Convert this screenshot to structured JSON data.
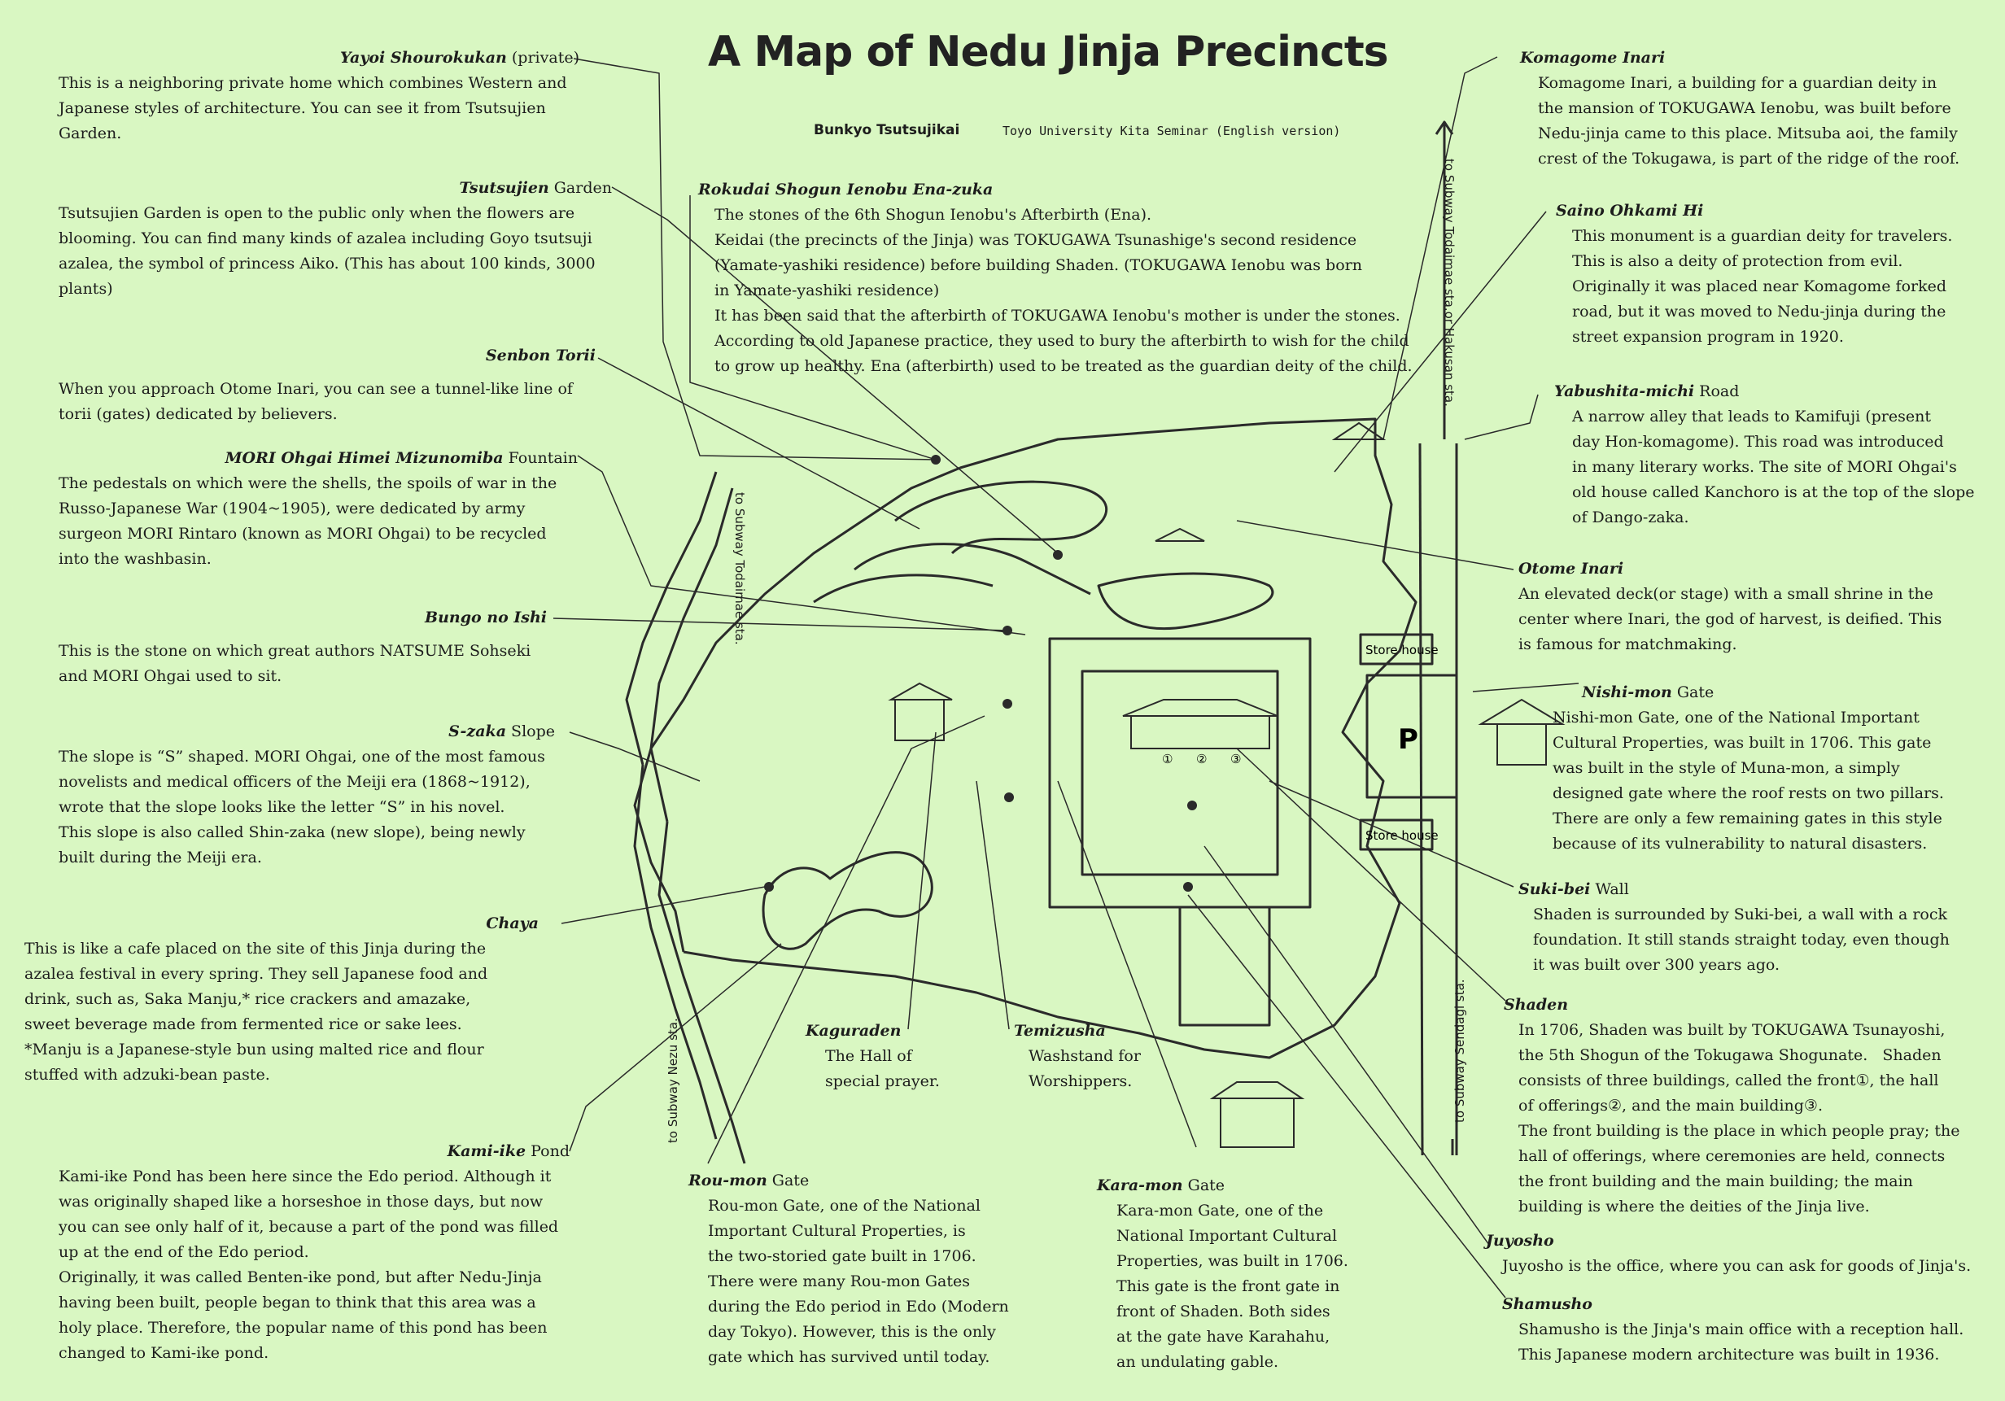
{
  "title": "A Map of Nedu Jinja Precincts",
  "subtitle": "Bunkyo Tsutsujikai",
  "credit": "Toyo University Kita Seminar (English version)",
  "roads": {
    "todaimae_top": "to Subway Todaimae sta.or Hakusan sta.",
    "todaimae_left": "to Subway Todaimae sta.",
    "nezu": "to Subway Nezu sta.",
    "sendagi": "to Subway Sendagi sta."
  },
  "map_labels": {
    "store_house_1": "Store house",
    "store_house_2": "Store house",
    "parking": "P",
    "circle_1": "①",
    "circle_2": "②",
    "circle_3": "③"
  },
  "annotations": {
    "yayoi": {
      "name": "Yayoi Shourokukan",
      "suffix": " (private)",
      "body": "This is a neighboring private home which combines Western and\nJapanese styles of architecture. You can see it from Tsutsujien\nGarden."
    },
    "tsutsujien": {
      "name": "Tsutsujien",
      "suffix": " Garden",
      "body": "Tsutsujien Garden is open to the public only when the flowers are\nblooming. You can find many kinds of azalea including Goyo tsutsuji\nazalea, the symbol of princess Aiko. (This has about 100 kinds, 3000\nplants)"
    },
    "senbon": {
      "name": "Senbon Torii",
      "suffix": "",
      "body": "When you approach Otome Inari, you can see a tunnel-like line of\ntorii (gates) dedicated by believers."
    },
    "mori": {
      "name": "MORI Ohgai Himei Mizunomiba",
      "suffix": " Fountain",
      "body": "The pedestals on which were the shells, the spoils of war in the\nRusso-Japanese War (1904~1905), were dedicated by army\nsurgeon MORI Rintaro (known as MORI Ohgai) to be recycled\ninto the washbasin."
    },
    "bungo": {
      "name": "Bungo no Ishi",
      "suffix": "",
      "body": "This is the stone on which great authors NATSUME Sohseki\nand MORI Ohgai used to sit."
    },
    "szaka": {
      "name": "S-zaka",
      "suffix": " Slope",
      "body": "The slope is “S” shaped. MORI Ohgai, one of the most famous\nnovelists and medical officers of the Meiji era (1868~1912),\nwrote that the slope looks like the letter “S” in his novel.\nThis slope is also called Shin-zaka (new slope), being newly\nbuilt during the Meiji era."
    },
    "chaya": {
      "name": "Chaya",
      "suffix": "",
      "body": "This is like a cafe placed on the site of this Jinja during the\nazalea festival in every spring. They sell Japanese food and\ndrink, such as, Saka Manju,* rice crackers and amazake,\nsweet beverage made from fermented rice or sake lees.\n*Manju is a Japanese-style bun using malted rice and flour\nstuffed with adzuki-bean paste."
    },
    "kamiike": {
      "name": "Kami-ike",
      "suffix": " Pond",
      "body": "Kami-ike Pond has been here since the Edo period. Although it\nwas originally shaped like a horseshoe in those days, but now\nyou can see only half of it, because a part of the pond was filled\nup at the end of the Edo period.\nOriginally, it was called Benten-ike pond, but after Nedu-Jinja\nhaving been built, people began to think that this area was a\nholy place. Therefore, the popular name of this pond has been\nchanged to Kami-ike pond."
    },
    "rokudai": {
      "name": "Rokudai Shogun Ienobu Ena-zuka",
      "suffix": "",
      "body": "The stones of the 6th Shogun Ienobu's Afterbirth (Ena).\nKeidai (the precincts of the Jinja) was TOKUGAWA Tsunashige's second residence\n(Yamate-yashiki residence) before building Shaden. (TOKUGAWA Ienobu was born\nin Yamate-yashiki residence)\nIt has been said that the afterbirth of TOKUGAWA Ienobu's mother is under the stones.\nAccording to old Japanese practice, they used to bury the afterbirth to wish for the child\nto grow up healthy. Ena (afterbirth) used to be treated as the guardian deity of the child."
    },
    "kaguraden": {
      "name": "Kaguraden",
      "suffix": "",
      "body": "The Hall of\nspecial prayer."
    },
    "temizusha": {
      "name": "Temizusha",
      "suffix": "",
      "body": "Washstand for\nWorshippers."
    },
    "roumon": {
      "name": "Rou-mon",
      "suffix": " Gate",
      "body": "Rou-mon Gate, one of the National\nImportant Cultural Properties, is\nthe two-storied gate built in 1706.\nThere were many Rou-mon Gates\nduring the Edo period in Edo (Modern\nday Tokyo). However, this is the only\ngate which has survived until today."
    },
    "karamon": {
      "name": "Kara-mon",
      "suffix": " Gate",
      "body": "Kara-mon Gate, one of the\nNational Important Cultural\nProperties, was built in 1706.\nThis gate is the front gate in\nfront of Shaden. Both sides\nat the gate have Karahahu,\nan undulating gable."
    },
    "komagome": {
      "name": "Komagome Inari",
      "suffix": "",
      "body": "Komagome Inari, a building for a guardian deity in\nthe mansion of TOKUGAWA Ienobu, was built before\nNedu-jinja came to this place. Mitsuba aoi, the family\ncrest of the Tokugawa, is part of the ridge of the roof."
    },
    "saino": {
      "name": "Saino Ohkami Hi",
      "suffix": "",
      "body": "This monument is a guardian deity for travelers.\nThis is also a deity of protection from evil.\nOriginally it was placed near Komagome forked\nroad, but it was moved to Nedu-jinja during the\nstreet expansion program in 1920."
    },
    "yabushita": {
      "name": "Yabushita-michi",
      "suffix": " Road",
      "body": "A narrow alley that leads to Kamifuji (present\nday Hon-komagome). This road was introduced\nin many literary works. The site of MORI Ohgai's\nold house called Kanchoro is at the top of the slope\nof Dango-zaka."
    },
    "otome": {
      "name": "Otome Inari",
      "suffix": "",
      "body": "An elevated deck(or stage) with a small shrine in the\ncenter where Inari, the god of harvest, is deified. This\nis famous for matchmaking."
    },
    "nishimon": {
      "name": "Nishi-mon",
      "suffix": " Gate",
      "body": "Nishi-mon Gate, one of the National Important\nCultural Properties, was built in 1706. This gate\nwas built in the style of Muna-mon, a simply\ndesigned gate where the roof rests on two pillars.\nThere are only a few remaining gates in this style\nbecause of its vulnerability to natural disasters."
    },
    "sukibei": {
      "name": "Suki-bei",
      "suffix": " Wall",
      "body": "Shaden is surrounded by Suki-bei, a wall with a rock\nfoundation. It still stands straight today, even though\nit was built over 300 years ago."
    },
    "shaden": {
      "name": "Shaden",
      "suffix": "",
      "body": "In 1706, Shaden was built by TOKUGAWA Tsunayoshi,\nthe 5th Shogun of the Tokugawa Shogunate.   Shaden\nconsists of three buildings, called the front①, the hall\nof offerings②, and the main building③.\nThe front building is the place in which people pray; the\nhall of offerings, where ceremonies are held, connects\nthe front building and the main building; the main\nbuilding is where the deities of the Jinja live."
    },
    "juyosho": {
      "name": "Juyosho",
      "suffix": "",
      "body": "Juyosho is the office, where you can ask for goods of Jinja's."
    },
    "shamusho": {
      "name": "Shamusho",
      "suffix": "",
      "body": "Shamusho is the Jinja's main office with a reception hall.\nThis Japanese modern architecture was built in 1936."
    }
  }
}
